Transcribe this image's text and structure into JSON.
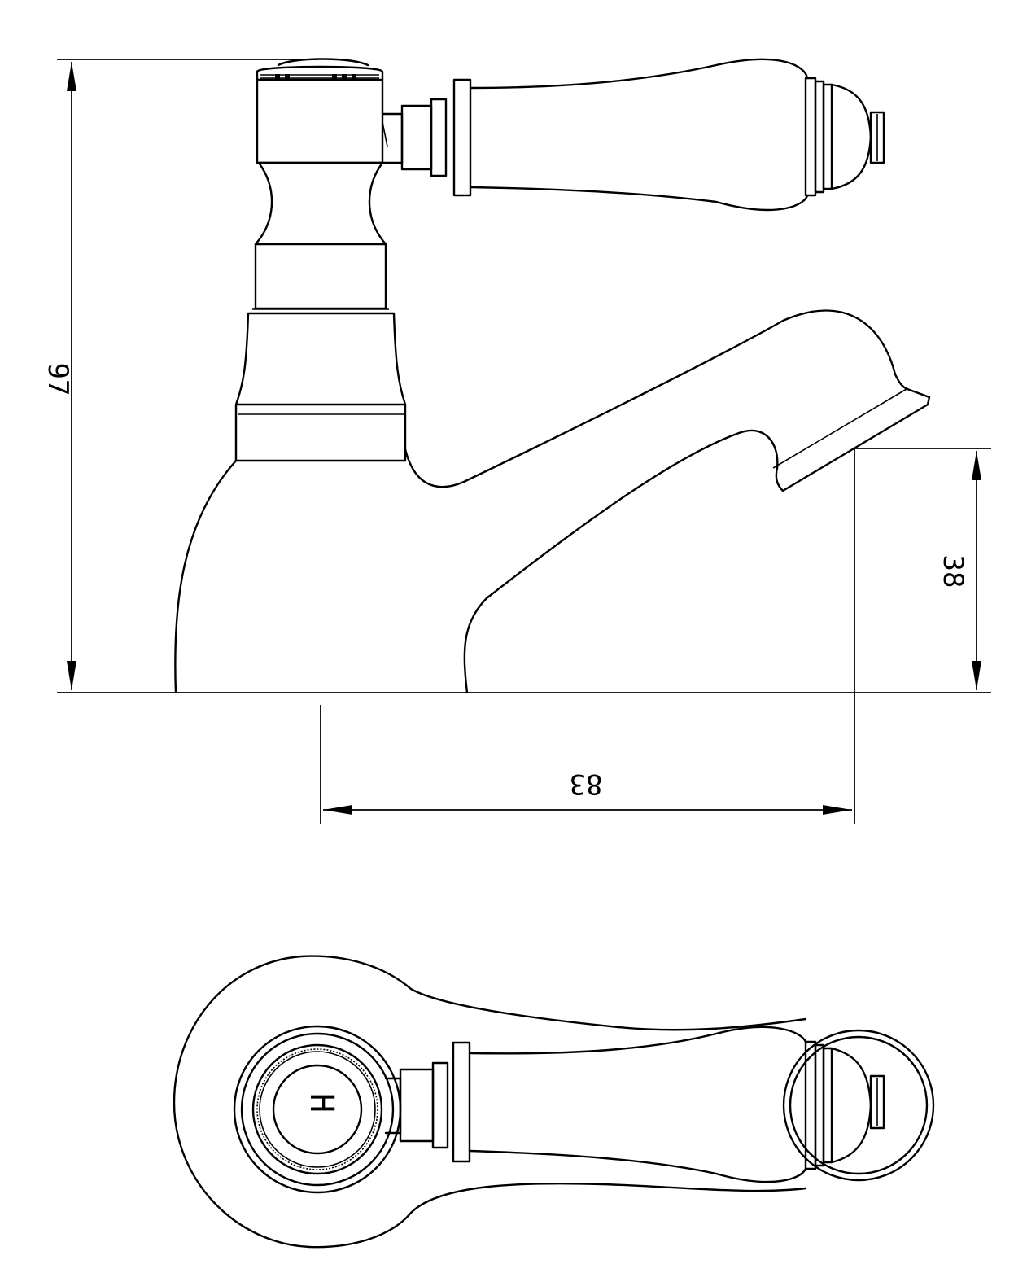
{
  "dimensions": {
    "height_total": "97",
    "spout_height": "38",
    "spout_reach": "83"
  },
  "top_view": {
    "cap_letter": "H"
  }
}
